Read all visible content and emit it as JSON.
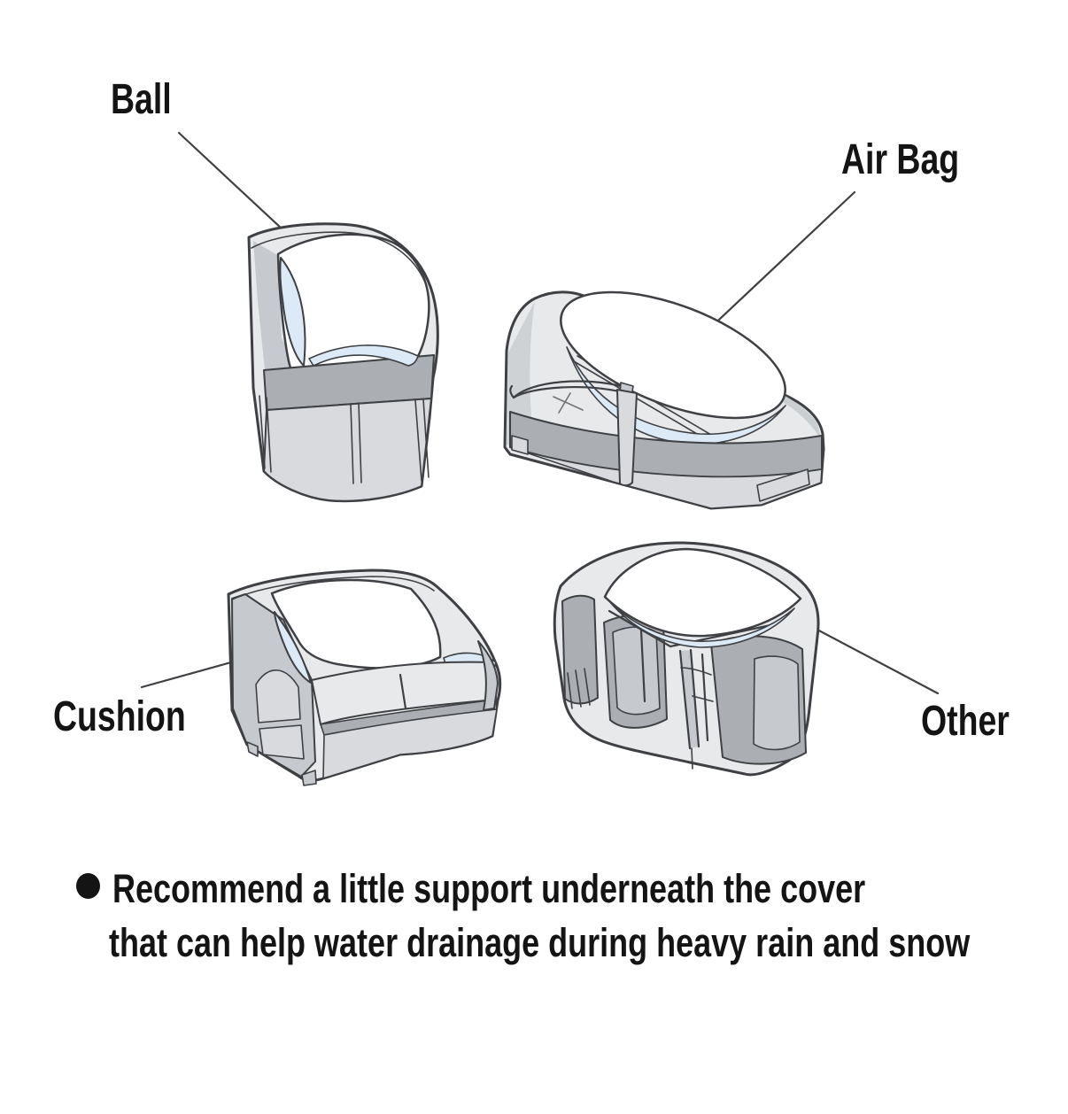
{
  "labels": {
    "ball": "Ball",
    "air_bag": "Air Bag",
    "cushion": "Cushion",
    "other": "Other"
  },
  "note": {
    "line1": "Recommend a little support underneath the cover",
    "line2": "that can help water drainage during heavy rain and snow"
  },
  "icons": {
    "bullet": "bullet-icon"
  },
  "colors": {
    "outline": "#3e4043",
    "cover_light": "#e7e9eb",
    "cover_mid": "#c6c9cd",
    "band_grey": "#abaeb2",
    "skirt_grey": "#d8dadd",
    "panel_white": "#ffffff",
    "support_blue": "#dce9f6",
    "text": "#141414",
    "background": "#ffffff"
  }
}
